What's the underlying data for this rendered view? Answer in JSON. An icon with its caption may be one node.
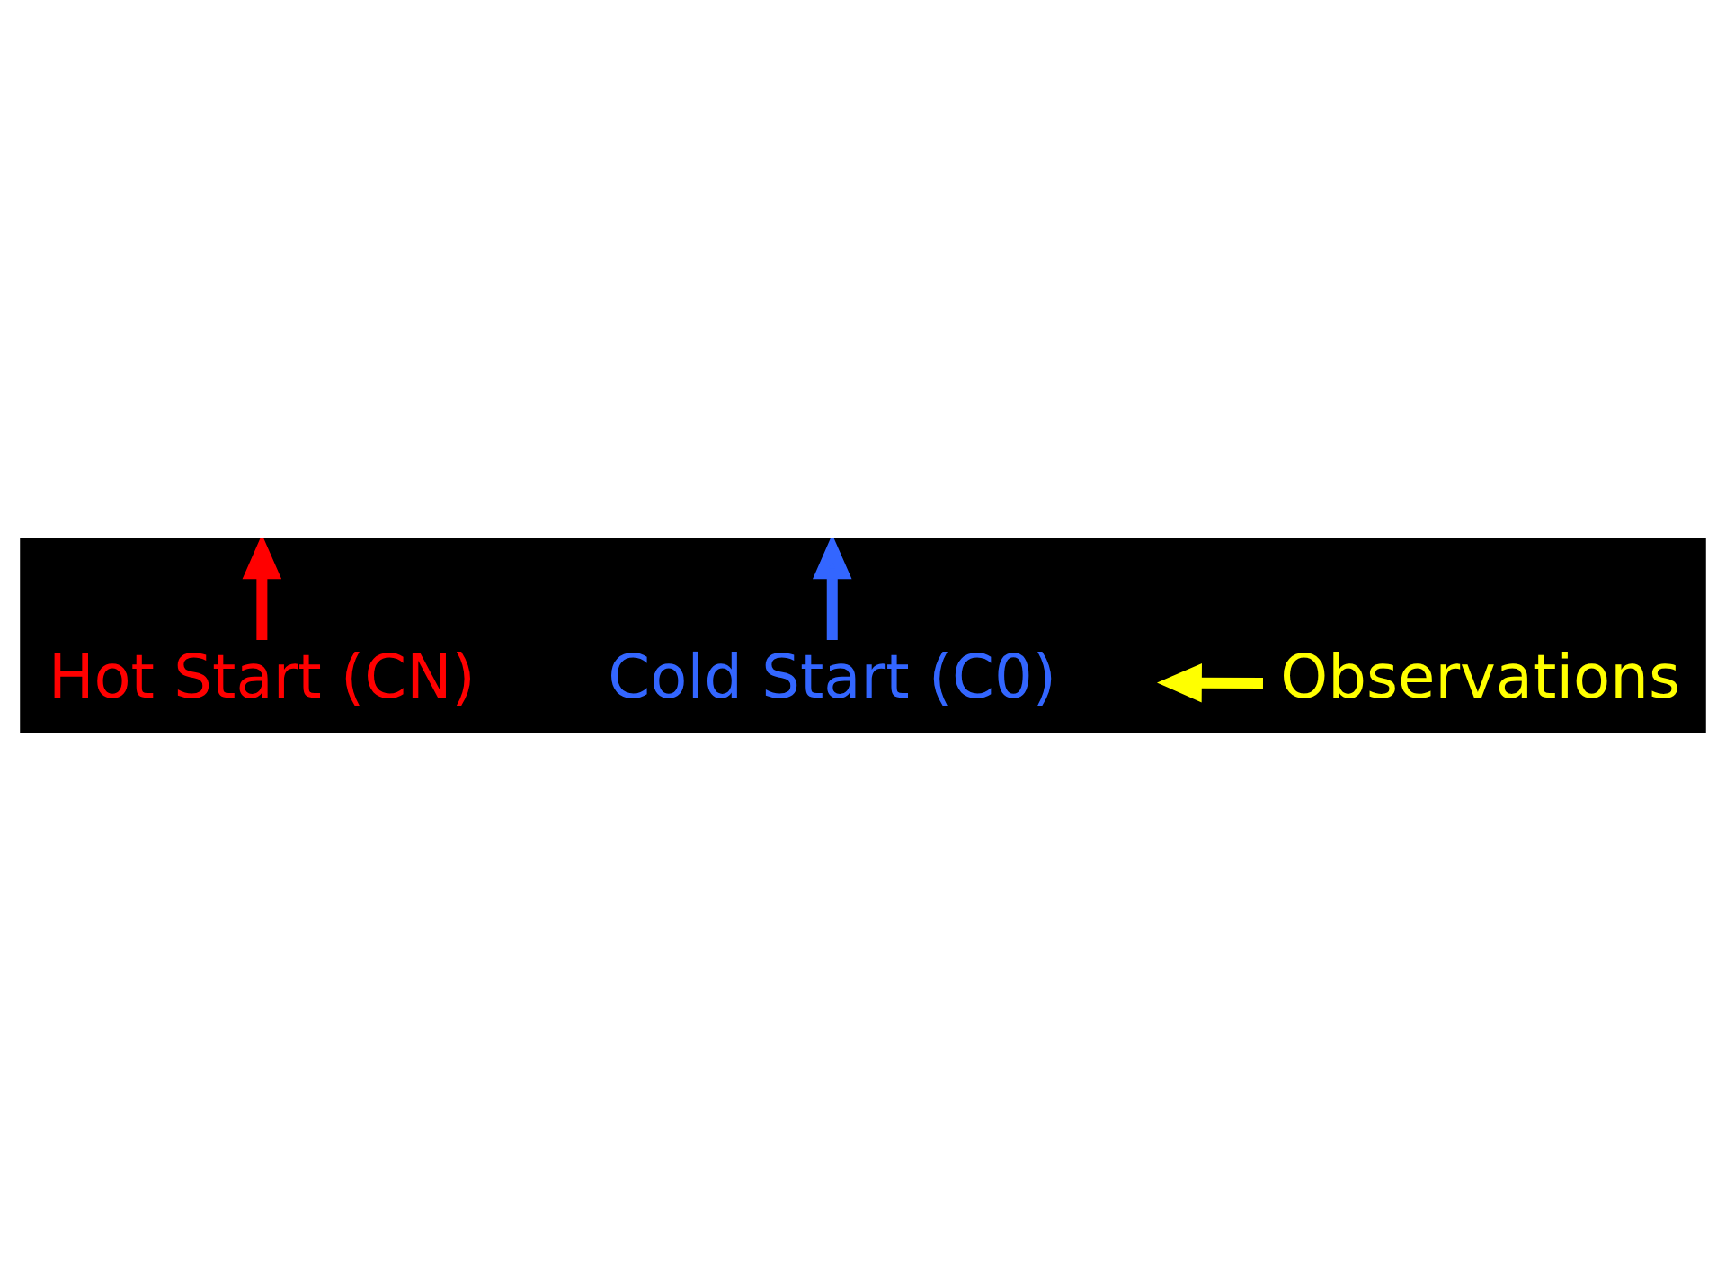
{
  "diagram": {
    "nodes": [
      {
        "text": [
          "Hot Start (CN)"
        ]
      },
      {
        "text": [
          "Cold Start (C0)"
        ]
      },
      {
        "text": [
          "Observations"
        ]
      }
    ],
    "edges": [
      {
        "from": 0,
        "to": null,
        "arrow": "to",
        "color": "#ff0000"
      },
      {
        "from": 1,
        "to": null,
        "arrow": "to",
        "color": "#3366ff"
      },
      {
        "from": 2,
        "to": null,
        "arrow": "to",
        "color": "#ffff00"
      }
    ]
  }
}
